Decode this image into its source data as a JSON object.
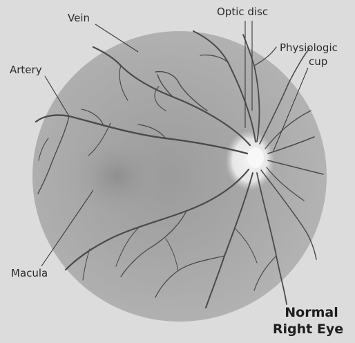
{
  "labels": {
    "vein": "Vein",
    "optic_disc": "Optic disc",
    "physiologic_line1": "Physiologic",
    "physiologic_line2": "cup",
    "artery": "Artery",
    "macula": "Macula"
  },
  "caption": {
    "line1": "Normal",
    "line2": "Right Eye"
  },
  "colors": {
    "background": "#dcdcdc",
    "retina": "#a9a9a9",
    "vessel": "#4a4a4a",
    "disc": "#e8e8e8"
  }
}
